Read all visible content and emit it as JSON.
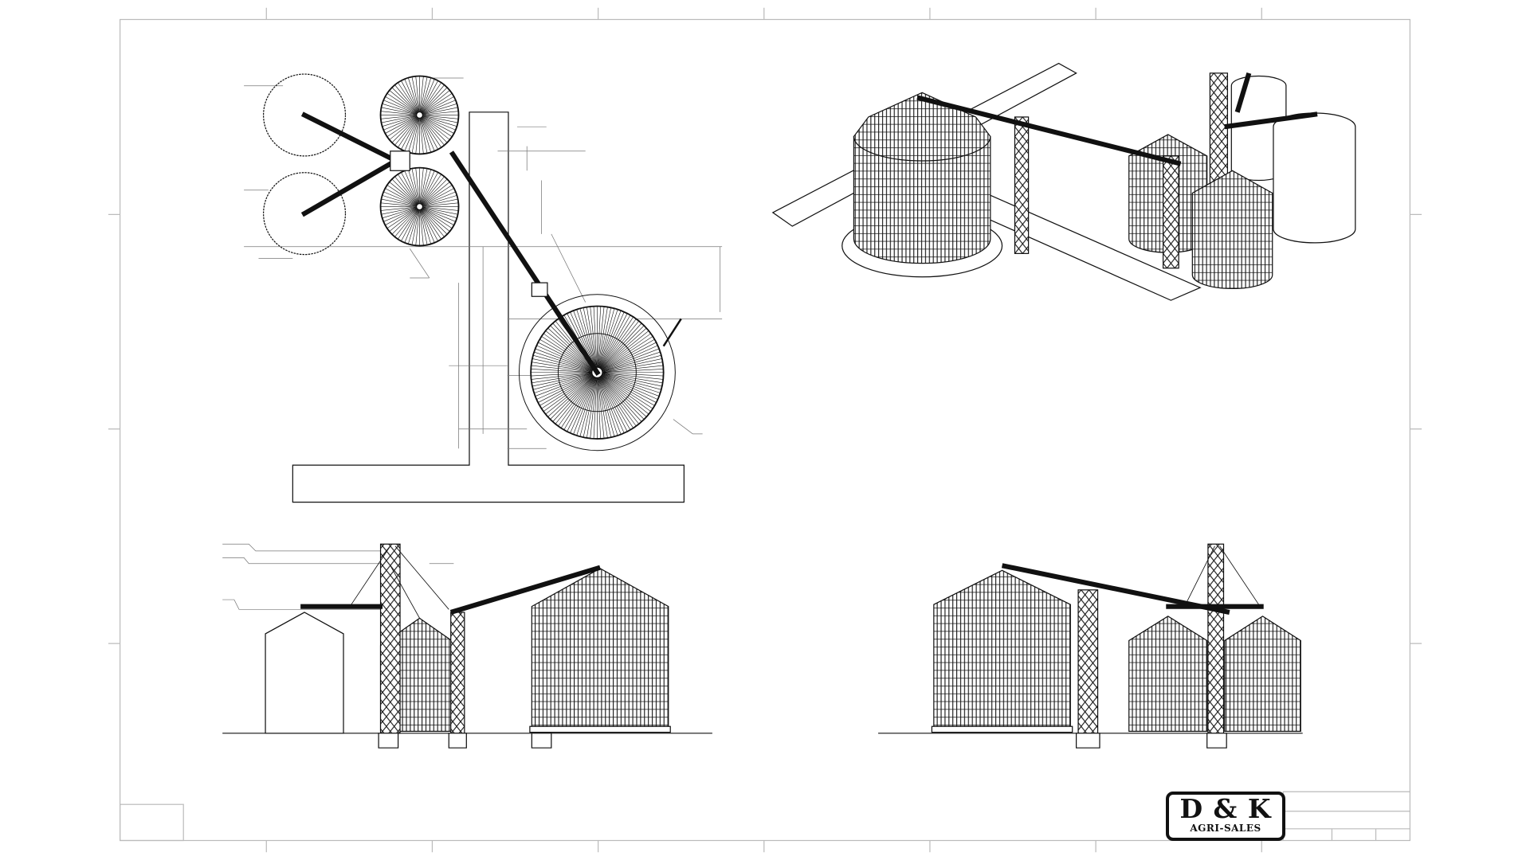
{
  "logo": {
    "main": "D & K",
    "sub": "AGRI-SALES"
  },
  "colors": {
    "line": "#111111",
    "frame": "#bbbbbb",
    "background": "#ffffff"
  },
  "views": [
    "plan-view",
    "isometric-view",
    "front-elevation",
    "rear-elevation"
  ]
}
